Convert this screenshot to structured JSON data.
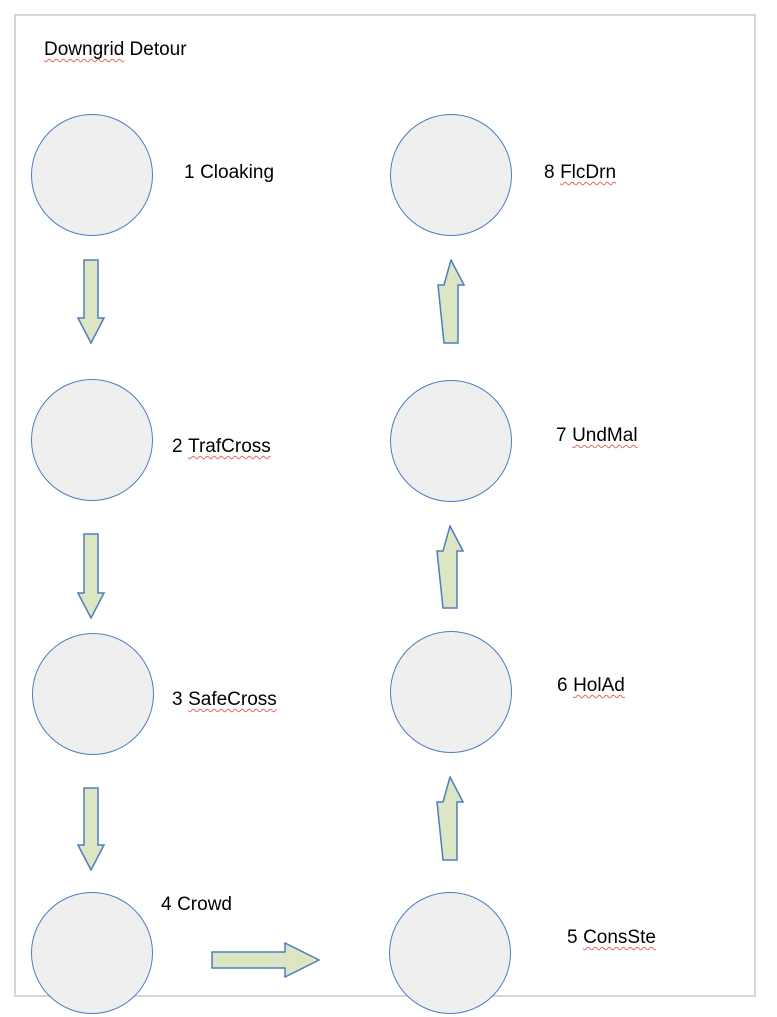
{
  "title": {
    "misspelled_part": "Downgrid",
    "rest": " Detour"
  },
  "nodes": [
    {
      "num": "1",
      "word": "Cloaking",
      "misspelled": false
    },
    {
      "num": "2",
      "word": "TrafCross",
      "misspelled": true
    },
    {
      "num": "3",
      "word": "SafeCross",
      "misspelled": true
    },
    {
      "num": "4",
      "word": "Crowd",
      "misspelled": false
    },
    {
      "num": "5",
      "word": "ConsSte",
      "misspelled": true
    },
    {
      "num": "6",
      "word": "HolAd",
      "misspelled": true
    },
    {
      "num": "7",
      "word": "UndMal",
      "misspelled": true
    },
    {
      "num": "8",
      "word": "FlcDrn",
      "misspelled": true
    }
  ],
  "arrows": [
    {
      "from": "1",
      "to": "2",
      "direction": "down"
    },
    {
      "from": "2",
      "to": "3",
      "direction": "down"
    },
    {
      "from": "3",
      "to": "4",
      "direction": "down"
    },
    {
      "from": "4",
      "to": "5",
      "direction": "right"
    },
    {
      "from": "5",
      "to": "6",
      "direction": "up"
    },
    {
      "from": "6",
      "to": "7",
      "direction": "up"
    },
    {
      "from": "7",
      "to": "8",
      "direction": "up"
    }
  ],
  "colors": {
    "shape_stroke": "#4d7ebf",
    "circle_fill": "#efefef",
    "arrow_fill": "#dce6c3",
    "spellcheck_underline": "#e06666",
    "page_border": "#d6d6d6"
  }
}
